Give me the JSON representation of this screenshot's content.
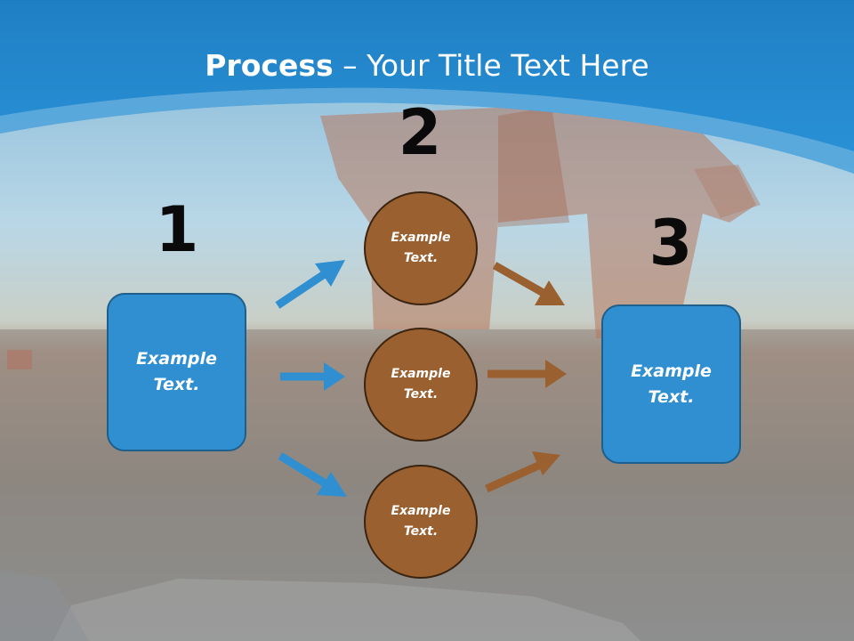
{
  "slide": {
    "title_bold": "Process",
    "title_rest": " – Your Title Text Here",
    "steps": [
      {
        "number": "1",
        "text": "Example Text."
      },
      {
        "number": "2",
        "items": [
          {
            "text": "Example Text."
          },
          {
            "text": "Example Text."
          },
          {
            "text": "Example Text."
          }
        ]
      },
      {
        "number": "3",
        "text": "Example Text."
      }
    ]
  },
  "colors": {
    "header_blue": "#2a8fd4",
    "box_blue": "#2f8fd0",
    "circle_brown": "#9a6030",
    "arrow_blue": "#2f8fd0",
    "arrow_brown": "#9a6030"
  }
}
